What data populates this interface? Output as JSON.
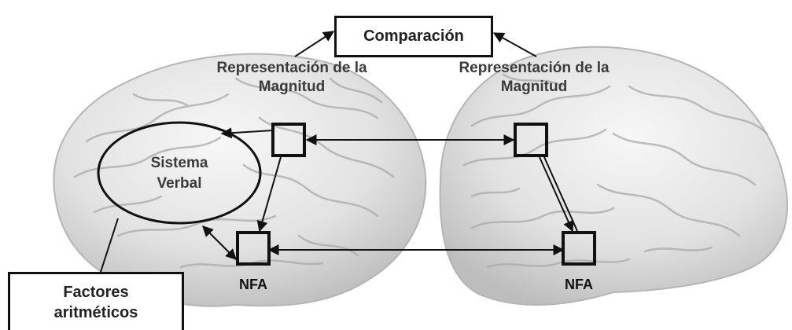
{
  "labels": {
    "comparison": "Comparación",
    "magnitude_left_line1": "Representación de la",
    "magnitude_left_line2": "Magnitud",
    "magnitude_right_line1": "Representación de la",
    "magnitude_right_line2": "Magnitud",
    "verbal_line1": "Sistema",
    "verbal_line2": "Verbal",
    "nfa_left": "NFA",
    "nfa_right": "NFA",
    "factors_line1": "Factores",
    "factors_line2": "aritméticos"
  },
  "colors": {
    "brain_light": "#f4f4f4",
    "brain_mid": "#d9d9d9",
    "brain_dark": "#a9a9a9",
    "stroke": "#111111",
    "label_text": "#3a3a3a"
  }
}
